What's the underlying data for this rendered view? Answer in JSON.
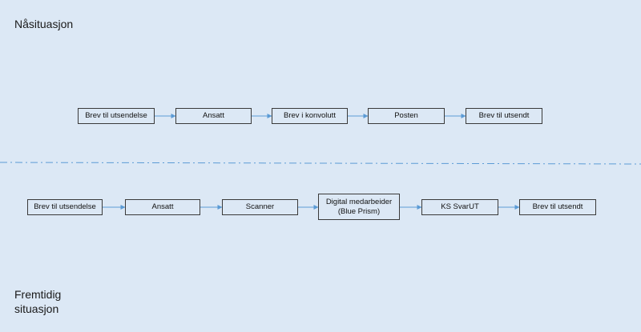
{
  "current": {
    "label": "Nåsituasjon",
    "steps": [
      "Brev til utsendelse",
      "Ansatt",
      "Brev i konvolutt",
      "Posten",
      "Brev til utsendt"
    ]
  },
  "future": {
    "label": "Fremtidig\nsituasjon",
    "steps": [
      "Brev til utsendelse",
      "Ansatt",
      "Scanner",
      "Digital medarbeider\n(Blue Prism)",
      "KS SvarUT",
      "Brev til utsendt"
    ]
  },
  "colors": {
    "background": "#dce8f5",
    "arrow": "#5b9bd5",
    "divider": "#5b9bd5",
    "border": "#3a3a3a"
  }
}
